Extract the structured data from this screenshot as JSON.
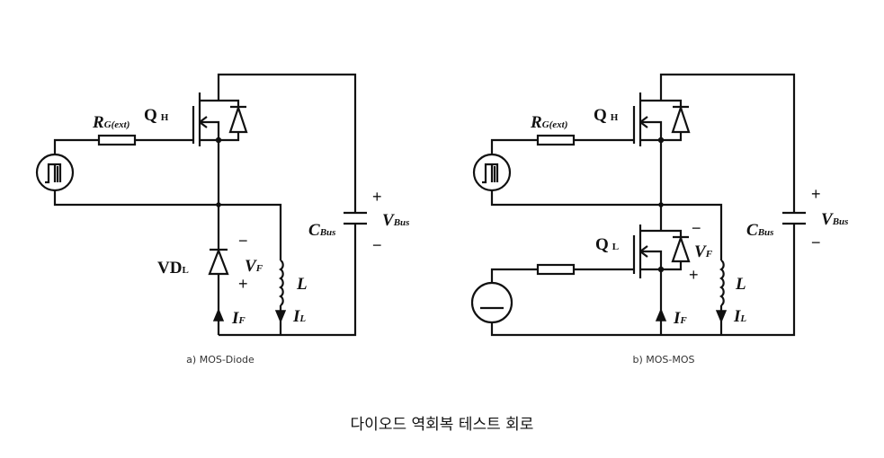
{
  "circuit_a": {
    "caption": "a) MOS-Diode",
    "q_h": {
      "main": "Q",
      "sub": "H"
    },
    "r_g": {
      "main": "R",
      "sub": "G(ext)"
    },
    "vd_l": {
      "main": "VD",
      "sub": "L"
    },
    "v_f": {
      "main": "V",
      "sub": "F"
    },
    "l": "L",
    "i_f": {
      "main": "I",
      "sub": "F"
    },
    "i_l": {
      "main": "I",
      "sub": "L"
    },
    "c_bus": {
      "main": "C",
      "sub": "Bus"
    },
    "v_bus": {
      "main": "V",
      "sub": "Bus"
    },
    "plus": "+",
    "minus": "−"
  },
  "circuit_b": {
    "caption": "b) MOS-MOS",
    "q_h": {
      "main": "Q",
      "sub": "H"
    },
    "q_l": {
      "main": "Q",
      "sub": "L"
    },
    "r_g": {
      "main": "R",
      "sub": "G(ext)"
    },
    "v_f": {
      "main": "V",
      "sub": "F"
    },
    "l": "L",
    "i_f": {
      "main": "I",
      "sub": "F"
    },
    "i_l": {
      "main": "I",
      "sub": "L"
    },
    "c_bus": {
      "main": "C",
      "sub": "Bus"
    },
    "v_bus": {
      "main": "V",
      "sub": "Bus"
    },
    "plus": "+",
    "minus": "−"
  },
  "figure_title": "다이오드 역회복 테스트 회로"
}
